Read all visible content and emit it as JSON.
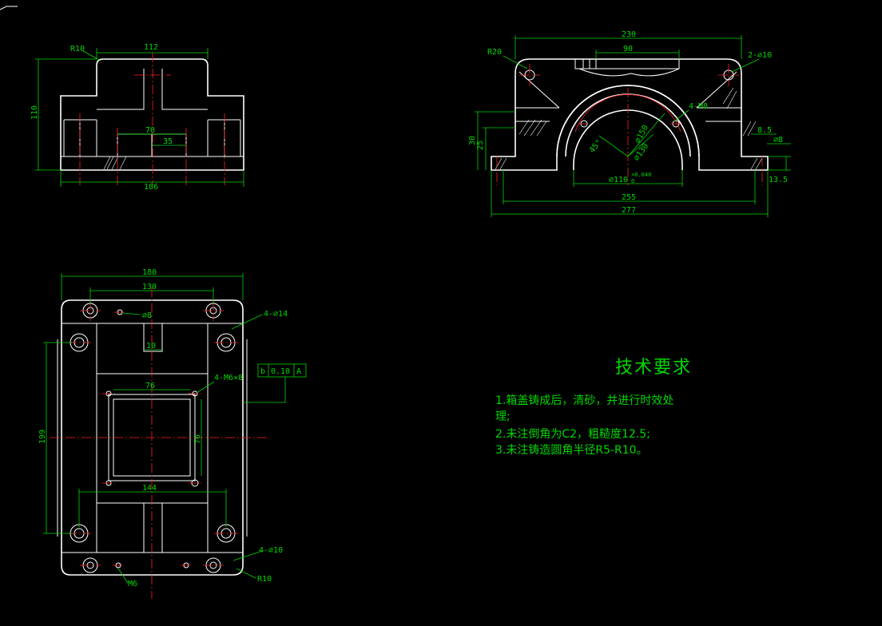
{
  "front_view": {
    "dims": {
      "top_width": "112",
      "height": "110",
      "radius": "R10",
      "inner_width": "70",
      "slot_width": "35",
      "base_width": "186"
    }
  },
  "side_view": {
    "dims": {
      "overall": "230",
      "top_slot": "90",
      "radius": "R20",
      "holes_top": "2-⌀10",
      "threaded": "4-M8",
      "bore_outer": "⌀150",
      "bore_inner": "⌀130",
      "angle": "45°",
      "bore": "⌀110",
      "tol_upper": "+0.040",
      "tol_lower": "0",
      "height_a": "30",
      "height_b": "25",
      "foot_a": "8.5",
      "foot_hole": "⌀8",
      "foot_b": "13.5",
      "width_255": "255",
      "width_277": "277"
    }
  },
  "top_view": {
    "dims": {
      "overall": "180",
      "hole_spacing": "130",
      "pin": "⌀8",
      "holes_large": "4-⌀14",
      "rib": "10",
      "threads": "4-M6×8",
      "inner_square": "76",
      "inner_square_v": "76",
      "length": "199",
      "pocket": "144",
      "holes_small": "4-⌀10",
      "thread_m6": "M6",
      "radius": "R10"
    },
    "tolerance_frame": {
      "symbol": "b",
      "value": "0.10",
      "datum": "A"
    }
  },
  "notes": {
    "title": "技术要求",
    "items": [
      "1.箱盖铸成后，清砂，并进行时效处",
      "  理;",
      "2.未注倒角为C2，粗糙度12.5;",
      "3.未注铸造圆角半径R5-R10。"
    ]
  },
  "colors": {
    "outline": "#ffffff",
    "dimension": "#00d800",
    "centerline": "#ff2020",
    "background": "#000000"
  }
}
